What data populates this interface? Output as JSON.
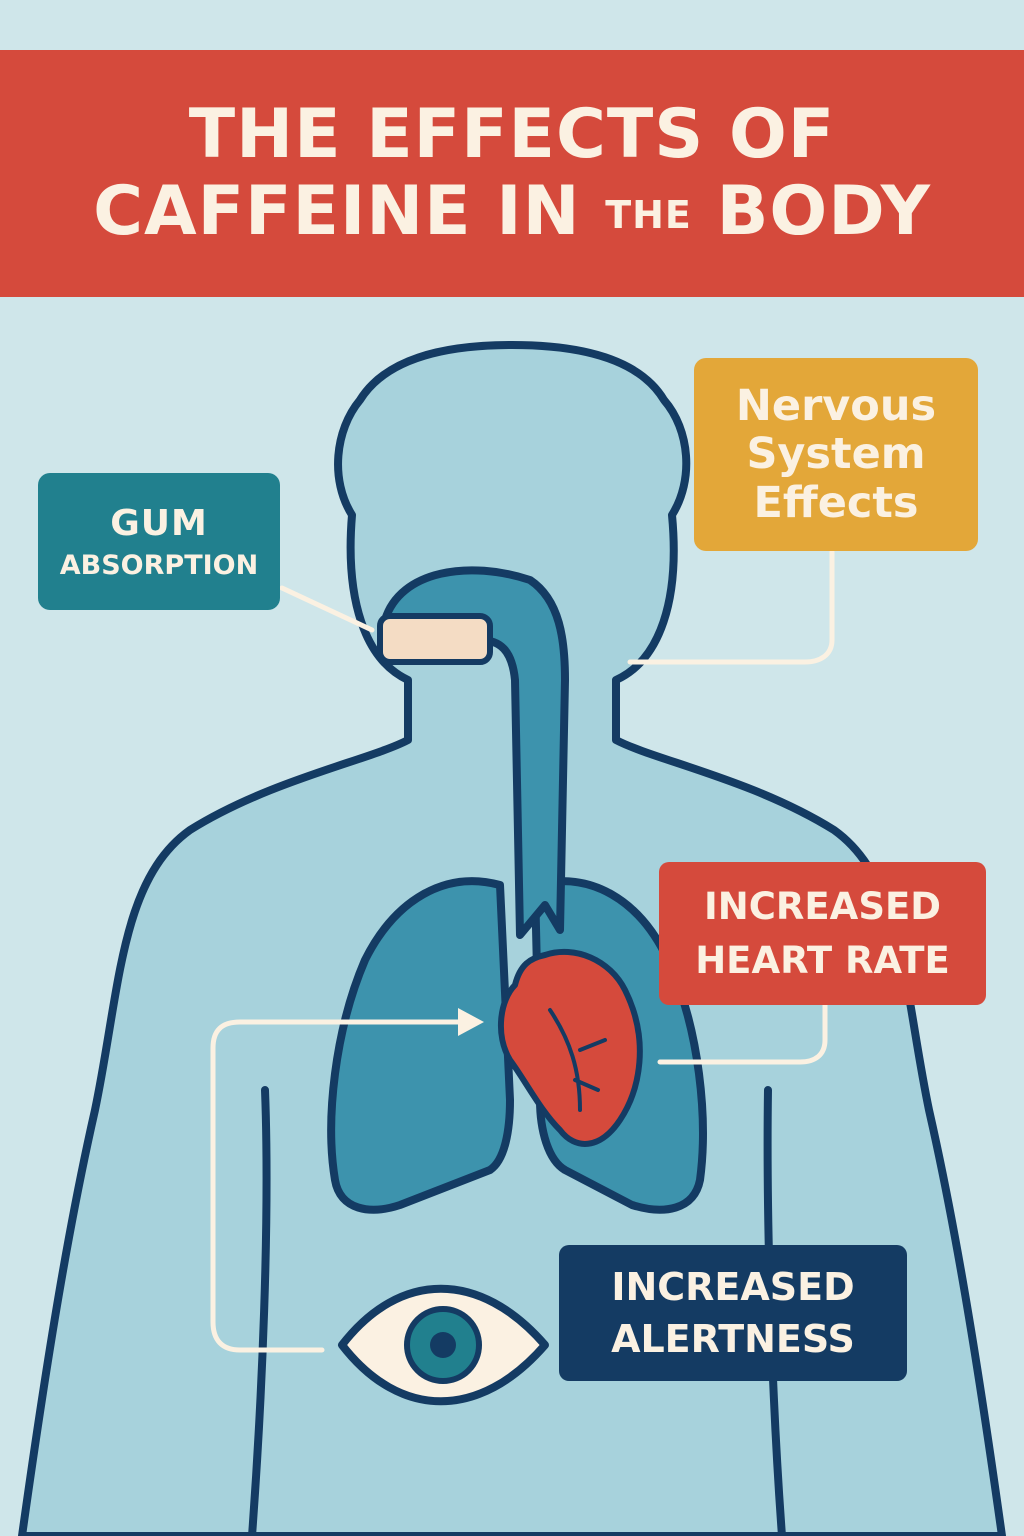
{
  "banner": {
    "title_line1": "THE EFFECTS OF",
    "title_line2_a": "CAFFEINE IN",
    "title_line2_small": "THE",
    "title_line2_b": "BODY"
  },
  "labels": {
    "gum_line1": "GUM",
    "gum_line2": "ABSORPTION",
    "nervous_line1": "Nervous",
    "nervous_line2": "System",
    "nervous_line3": "Effects",
    "heart_line1": "INCREASED",
    "heart_line2": "HEART RATE",
    "alert_line1": "INCREASED",
    "alert_line2": "ALERTNESS"
  },
  "colors": {
    "background": "#cfe6ea",
    "banner": "#d54a3c",
    "body_fill": "#a7d2dc",
    "body_outline": "#143b63",
    "organ_fill": "#3d93ad",
    "heart": "#d54a3c",
    "connector": "#fbf1e2",
    "gum_label": "#21808e",
    "nervous_label": "#e3a739",
    "heart_label": "#d54a3c",
    "alert_label": "#143b63"
  },
  "icons": [
    "human-body-icon",
    "gum-icon",
    "lungs-icon",
    "heart-icon",
    "eye-icon",
    "arrow-icon"
  ]
}
